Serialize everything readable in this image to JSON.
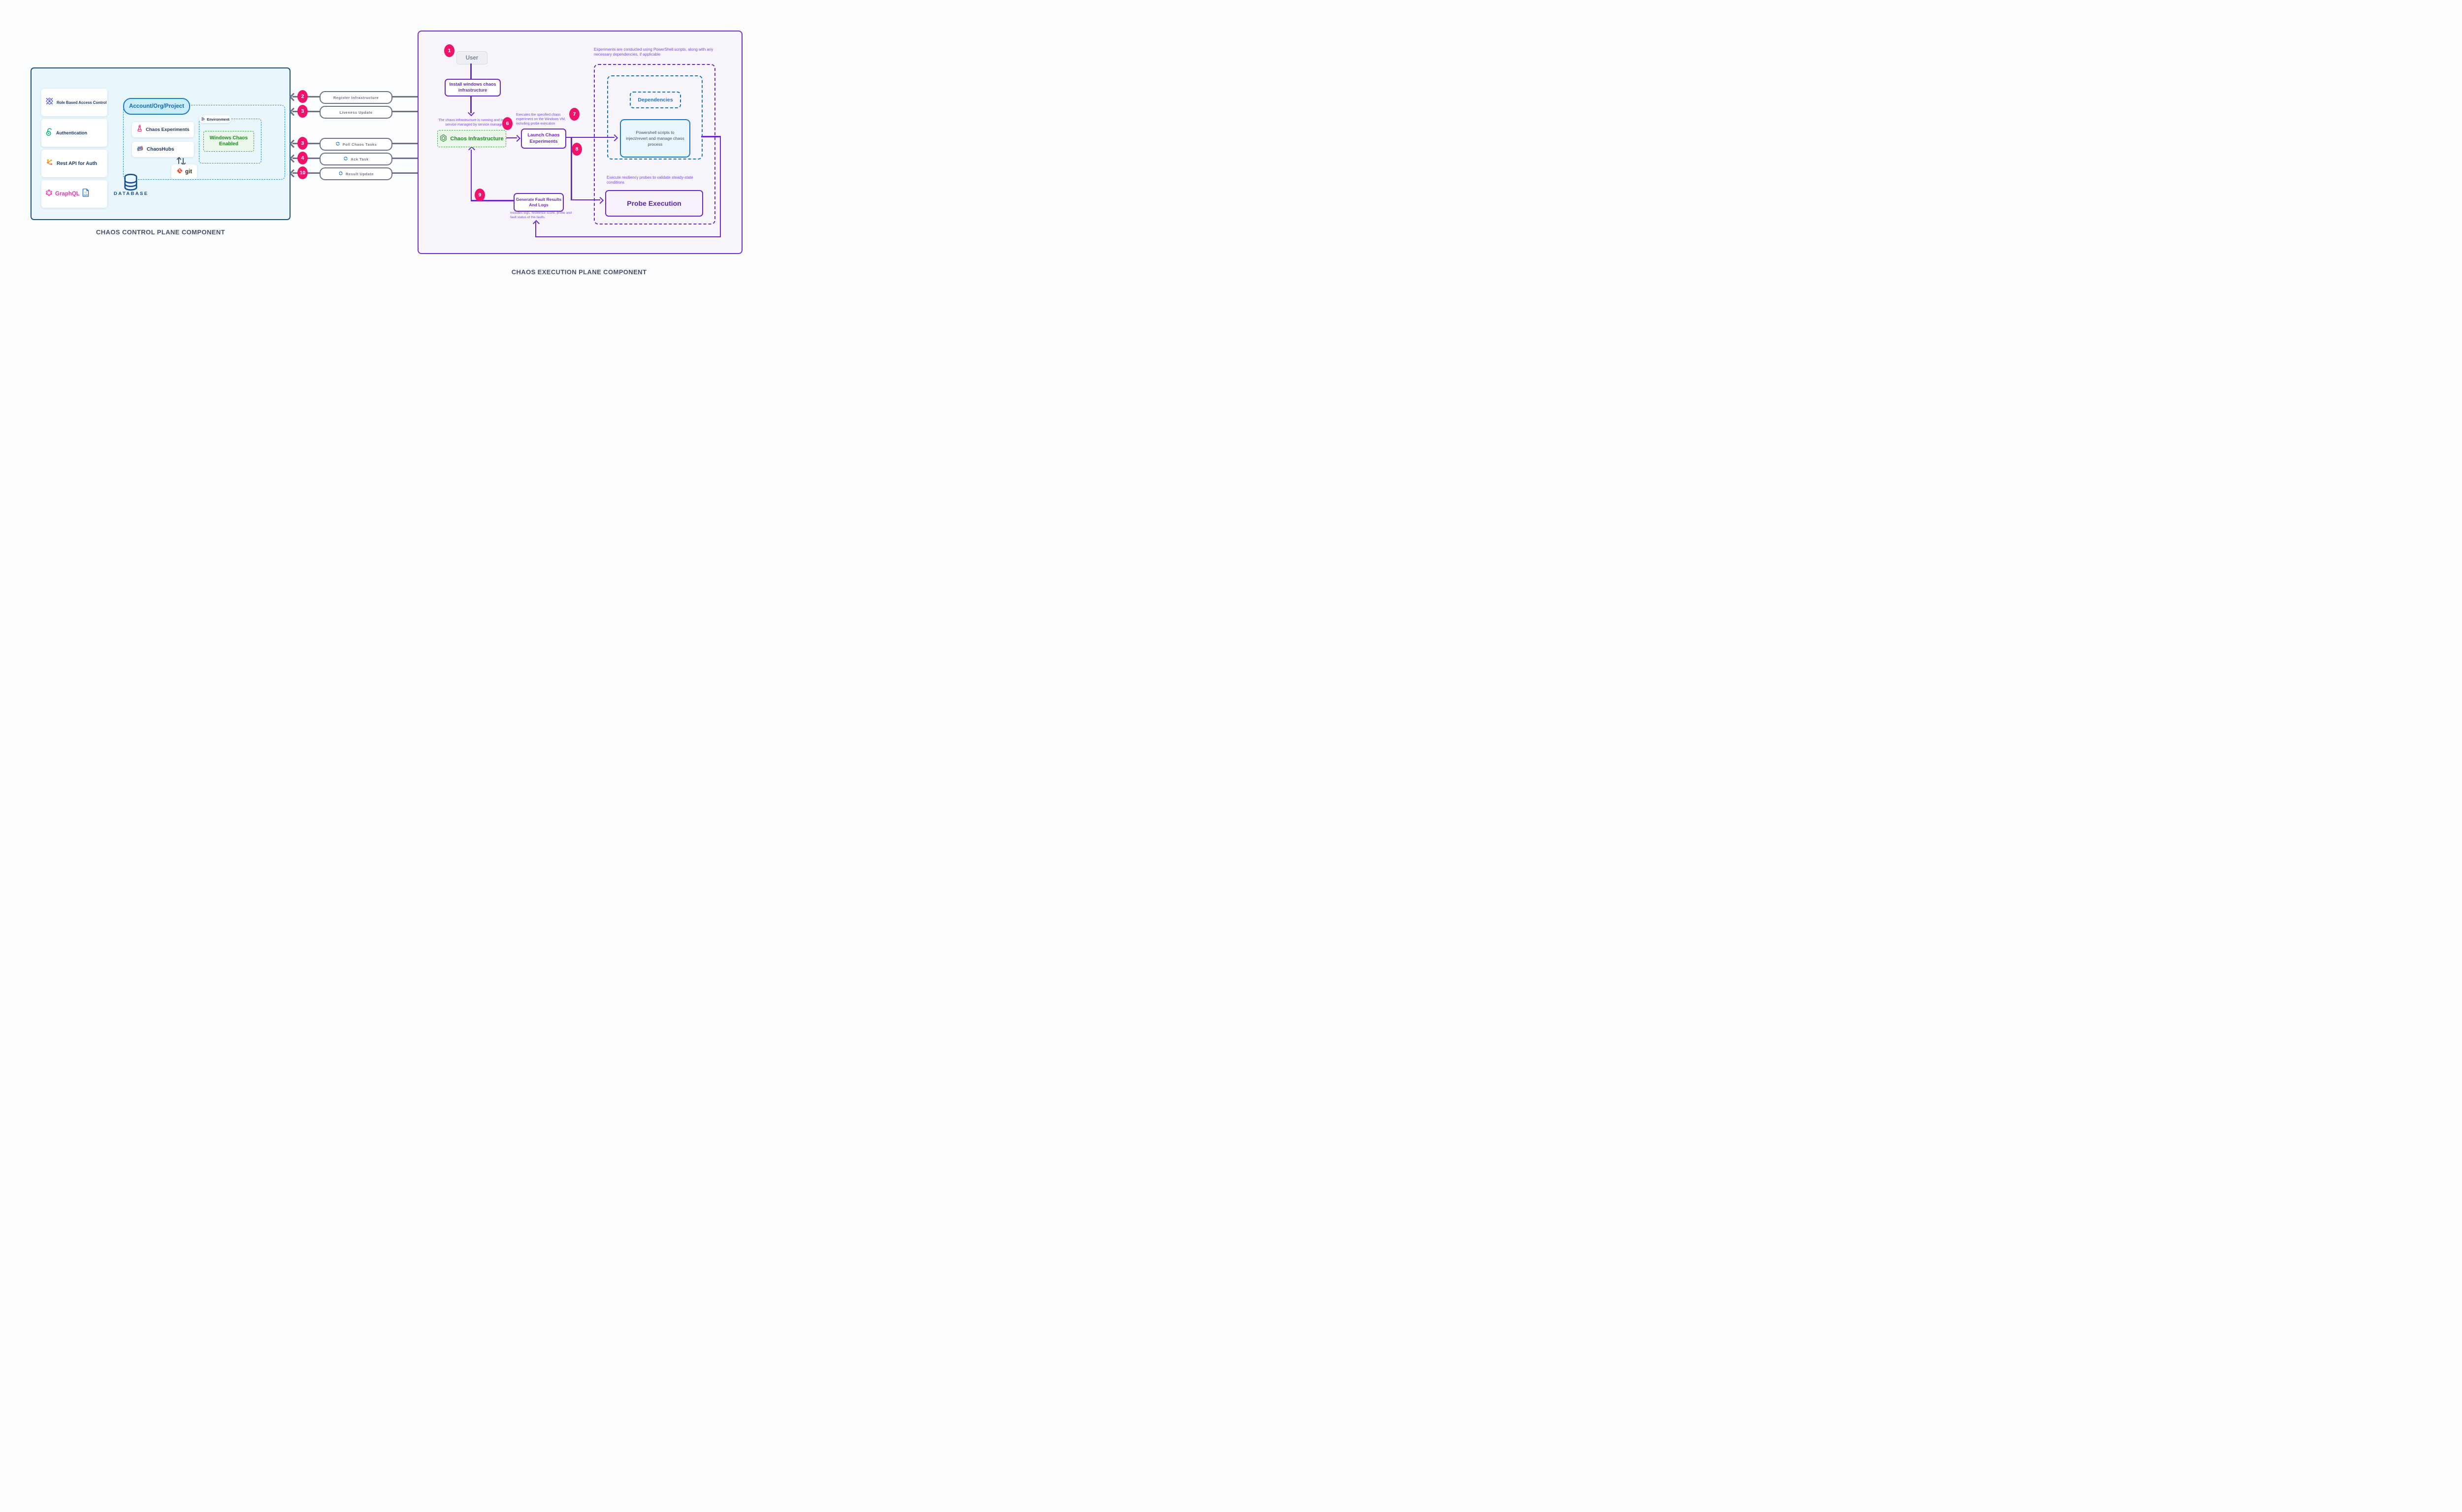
{
  "control_plane": {
    "title": "CHAOS CONTROL PLANE COMPONENT",
    "cards": [
      {
        "label": "Role Based Access Control",
        "icon": "rbac-icon"
      },
      {
        "label": "Authentication",
        "icon": "open-lock-icon"
      },
      {
        "label": "Rest API for Auth",
        "icon": "branch-icon"
      },
      {
        "label": "GraphQL",
        "icon": "graphql-icon",
        "extra_icon": "api-file-icon"
      }
    ],
    "account_pill": "Account/Org/Project",
    "chaos_experiments": "Chaos Experiments",
    "chaoshubs": "ChaosHubs",
    "git": "git",
    "environment": "Environment",
    "windows_chaos": "Windows Chaos Enabled",
    "database": "DATABASE"
  },
  "flows": [
    {
      "num": "2",
      "label": "Register Infrastructure"
    },
    {
      "num": "3",
      "label": "Liveness Update"
    },
    {
      "num": "3",
      "label": "Poll Chaos Tasks"
    },
    {
      "num": "4",
      "label": "Ack Task"
    },
    {
      "num": "10",
      "label": "Result Update"
    }
  ],
  "execution_plane": {
    "title": "CHAOS EXECUTION PLANE COMPONENT",
    "badges": {
      "b1": "1",
      "b6": "6",
      "b7": "7",
      "b8": "8",
      "b9": "9"
    },
    "user": "User",
    "install": "Install windows chaos infrastructure",
    "note_running": "The chaos infrastructure is running and is as a service managed by service manager",
    "chaos_infrastructure": "Chaos Infrastructure",
    "launch": "Launch Chaos Experiments",
    "note_executes": "Executes the specified chaos experiment on the Windows VM, including probe execution",
    "note_powershell": "Experiments are conducted using PowerShell scripts, along with any necessary dependencies, if applicable",
    "dependencies": "Dependencies",
    "powershell": "Powershell scripts to inject/revert and manage chaos process",
    "note_probes": "Execute resiliency probes to validate steady-state conditions",
    "probe_execution": "Probe Execution",
    "generate": "Generate Fault Results And Logs",
    "note_includes": "Includes logs, resilience score, probe and fault status of the faults."
  },
  "colors": {
    "badge_pink": "#f0136b",
    "purple": "#6d28c9",
    "blue": "#1878c8",
    "green": "#1f8b24",
    "navy": "#1e3a68",
    "gray_flow": "#6e7286",
    "control_bg": "#e9f6fc",
    "execution_bg": "#f8f4fc"
  }
}
